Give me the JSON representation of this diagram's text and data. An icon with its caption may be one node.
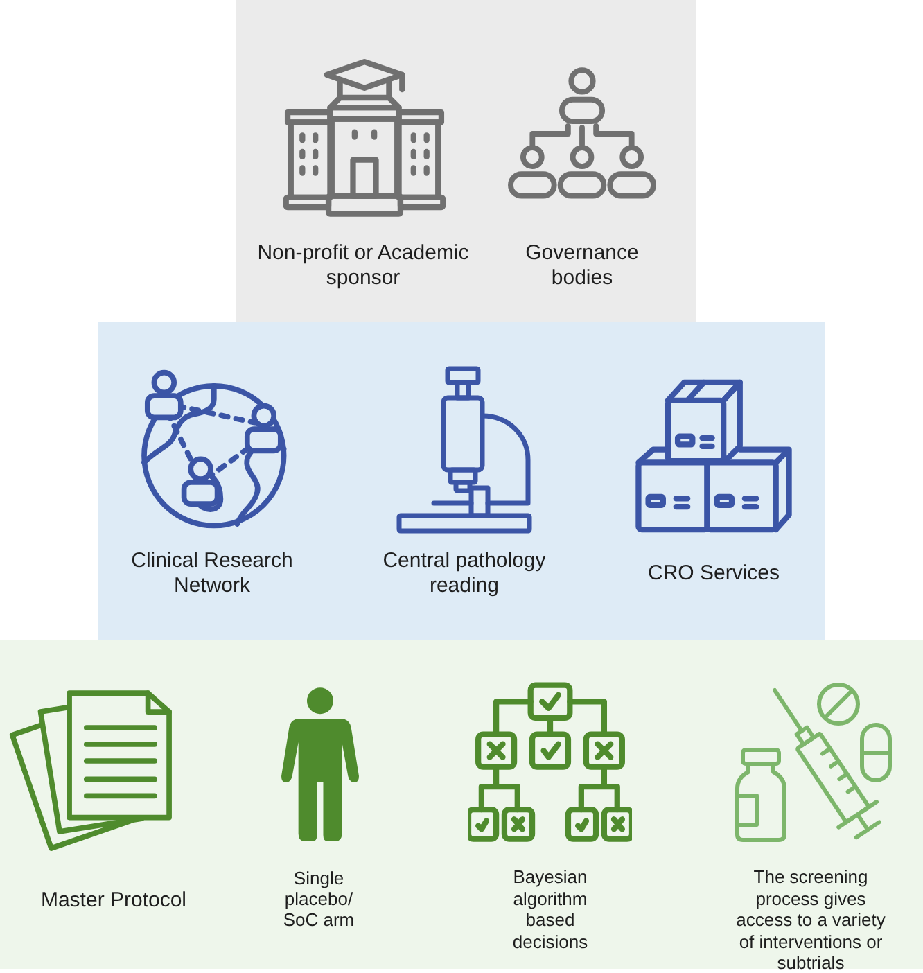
{
  "diagram": {
    "nodes": [
      {
        "text": [],
        "shape": "box"
      },
      {
        "text": [
          "Non-profit or Academic sponsor"
        ],
        "in": 0
      },
      {
        "text": [
          "Governance bodies"
        ],
        "in": 0
      },
      {
        "text": [],
        "shape": "box"
      },
      {
        "text": [
          "Clinical Research Network"
        ],
        "in": 3
      },
      {
        "text": [
          "Central pathology reading"
        ],
        "in": 3
      },
      {
        "text": [
          "CRO Services"
        ],
        "in": 3
      },
      {
        "text": [],
        "shape": "box"
      },
      {
        "text": [
          "Master Protocol"
        ],
        "in": 7
      },
      {
        "text": [
          "Single placebo/ SoC arm"
        ],
        "in": 7
      },
      {
        "text": [
          "Bayesian algorithm based decisions"
        ],
        "in": 7
      },
      {
        "text": [
          "The screening process gives access to a variety of interventions or subtrials"
        ],
        "in": 7
      }
    ]
  }
}
